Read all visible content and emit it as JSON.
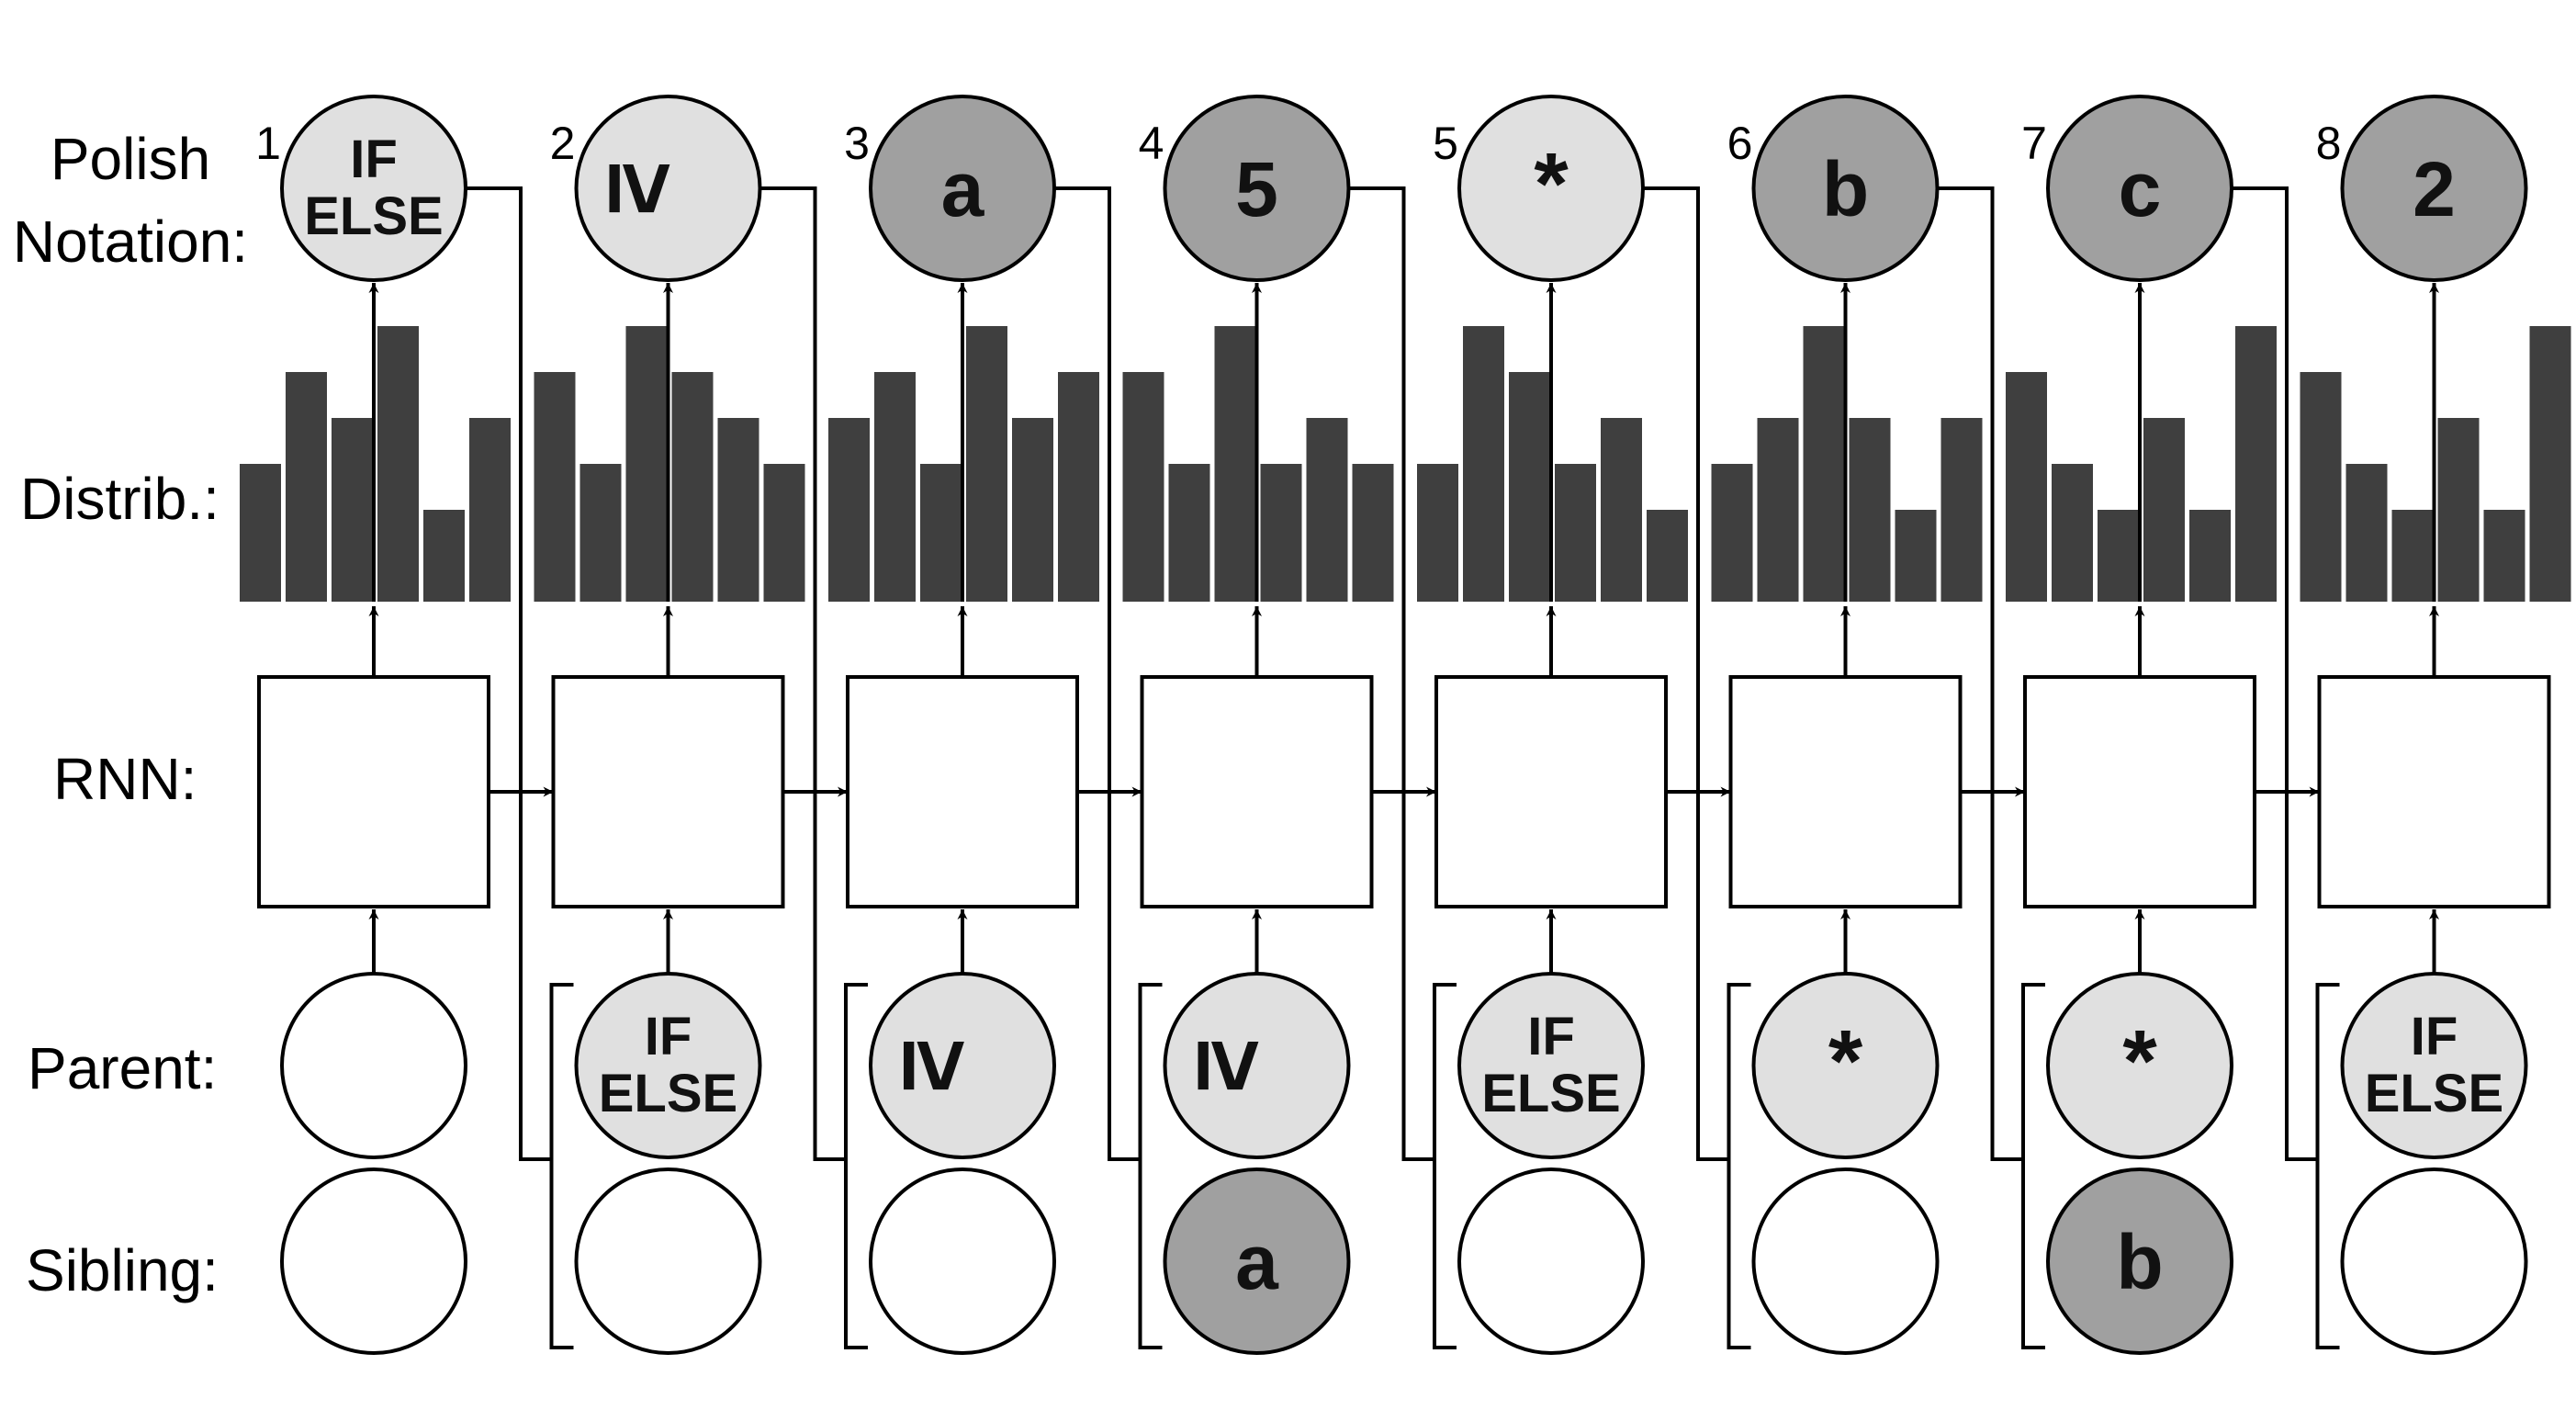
{
  "labels": {
    "polish_line1": "Polish",
    "polish_line2": "Notation:",
    "distrib": "Distrib.:",
    "rnn": "RNN:",
    "parent": "Parent:",
    "sibling": "Sibling:"
  },
  "colors": {
    "operator": "#e0e0e0",
    "terminal": "#a0a0a0",
    "empty": "#ffffff",
    "bar": "#3f3f3f",
    "stroke": "#000000"
  },
  "steps": [
    {
      "index": "1",
      "token": [
        "IF",
        "ELSE"
      ],
      "token_kind": "operator",
      "distribution": [
        3,
        5,
        4,
        6,
        2,
        4
      ],
      "parent": [],
      "parent_kind": "empty",
      "sibling": [],
      "sibling_kind": "empty"
    },
    {
      "index": "2",
      "token": [
        "≥"
      ],
      "token_kind": "operator",
      "distribution": [
        5,
        3,
        6,
        5,
        4,
        3
      ],
      "parent": [
        "IF",
        "ELSE"
      ],
      "parent_kind": "operator",
      "sibling": [],
      "sibling_kind": "empty"
    },
    {
      "index": "3",
      "token": [
        "a"
      ],
      "token_kind": "terminal",
      "distribution": [
        4,
        5,
        3,
        6,
        4,
        5
      ],
      "parent": [
        "≥"
      ],
      "parent_kind": "operator",
      "sibling": [],
      "sibling_kind": "empty"
    },
    {
      "index": "4",
      "token": [
        "5"
      ],
      "token_kind": "terminal",
      "distribution": [
        5,
        3,
        6,
        3,
        4,
        3
      ],
      "parent": [
        "≥"
      ],
      "parent_kind": "operator",
      "sibling": [
        "a"
      ],
      "sibling_kind": "terminal"
    },
    {
      "index": "5",
      "token": [
        "*"
      ],
      "token_kind": "operator",
      "distribution": [
        3,
        6,
        5,
        3,
        4,
        2
      ],
      "parent": [
        "IF",
        "ELSE"
      ],
      "parent_kind": "operator",
      "sibling": [],
      "sibling_kind": "empty"
    },
    {
      "index": "6",
      "token": [
        "b"
      ],
      "token_kind": "terminal",
      "distribution": [
        3,
        4,
        6,
        4,
        2,
        4
      ],
      "parent": [
        "*"
      ],
      "parent_kind": "operator",
      "sibling": [],
      "sibling_kind": "empty"
    },
    {
      "index": "7",
      "token": [
        "c"
      ],
      "token_kind": "terminal",
      "distribution": [
        5,
        3,
        2,
        4,
        2,
        6
      ],
      "parent": [
        "*"
      ],
      "parent_kind": "operator",
      "sibling": [
        "b"
      ],
      "sibling_kind": "terminal"
    },
    {
      "index": "8",
      "token": [
        "2"
      ],
      "token_kind": "terminal",
      "distribution": [
        5,
        3,
        2,
        4,
        2,
        6
      ],
      "parent": [
        "IF",
        "ELSE"
      ],
      "parent_kind": "operator",
      "sibling": [],
      "sibling_kind": "empty"
    }
  ]
}
